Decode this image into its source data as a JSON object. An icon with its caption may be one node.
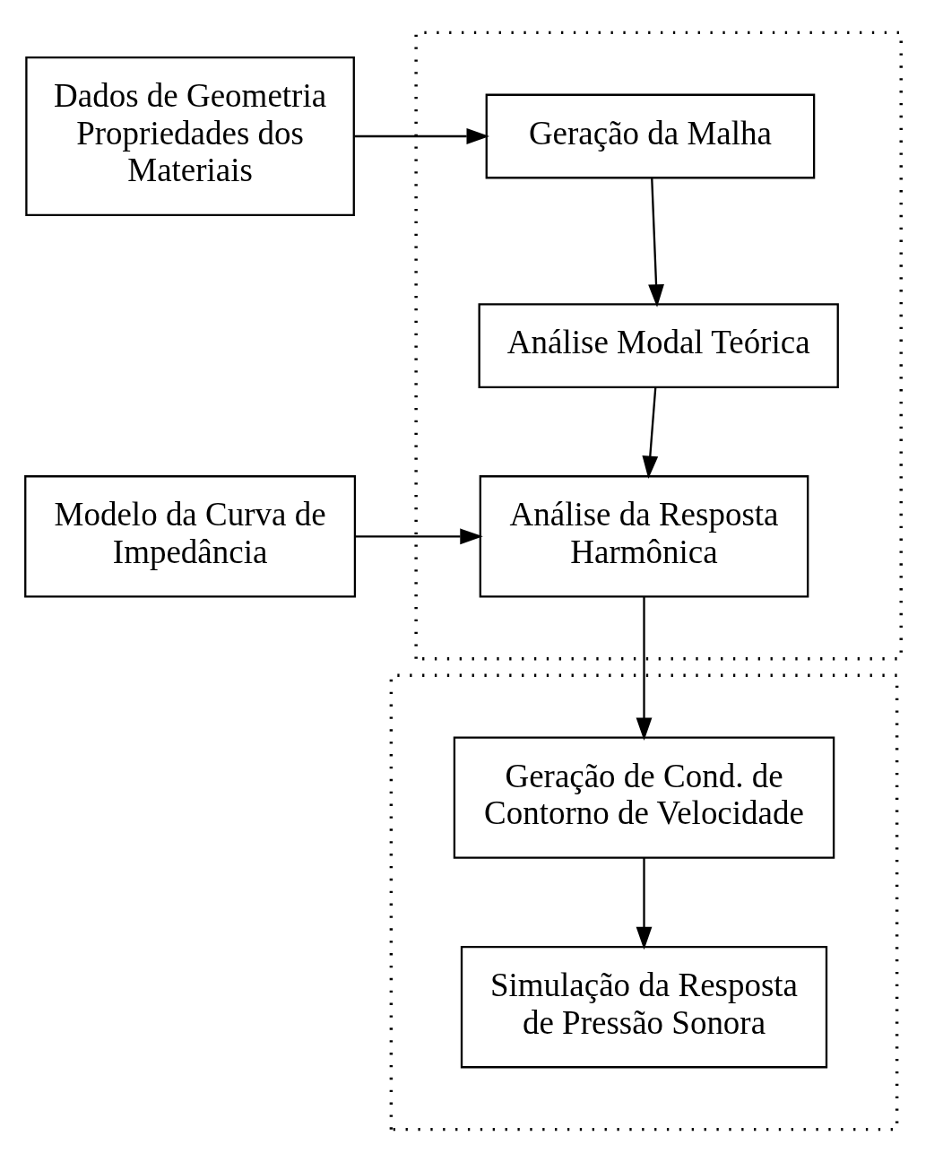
{
  "diagram": {
    "nodes": [
      {
        "text": [],
        "shape": "box"
      },
      {
        "text": [
          "Dados de Geometria Propriedades dos Materiais"
        ]
      },
      {
        "text": [
          "Geração da Malha"
        ],
        "in": 0
      },
      {
        "text": [
          "Análise Modal Teórica"
        ],
        "in": 0
      },
      {
        "text": [
          "Modelo da Curva de Impedância"
        ]
      },
      {
        "text": [
          "Análise da Resposta Harmônica"
        ],
        "in": 0
      },
      {
        "text": [],
        "shape": "box"
      },
      {
        "text": [
          "Geração de Cond. de Contorno de Velocidade"
        ],
        "in": 6
      },
      {
        "text": [
          "Simulação da Resposta de Pressão Sonora"
        ],
        "in": 6
      }
    ],
    "edges": [
      {
        "from": 1,
        "to": 2,
        "arrow": "to"
      },
      {
        "from": 2,
        "to": 3,
        "arrow": "to"
      },
      {
        "from": 3,
        "to": 5,
        "arrow": "to"
      },
      {
        "from": 4,
        "to": 5,
        "arrow": "to"
      },
      {
        "from": 5,
        "to": 7,
        "arrow": "to"
      },
      {
        "from": 7,
        "to": 8,
        "arrow": "to"
      }
    ]
  }
}
